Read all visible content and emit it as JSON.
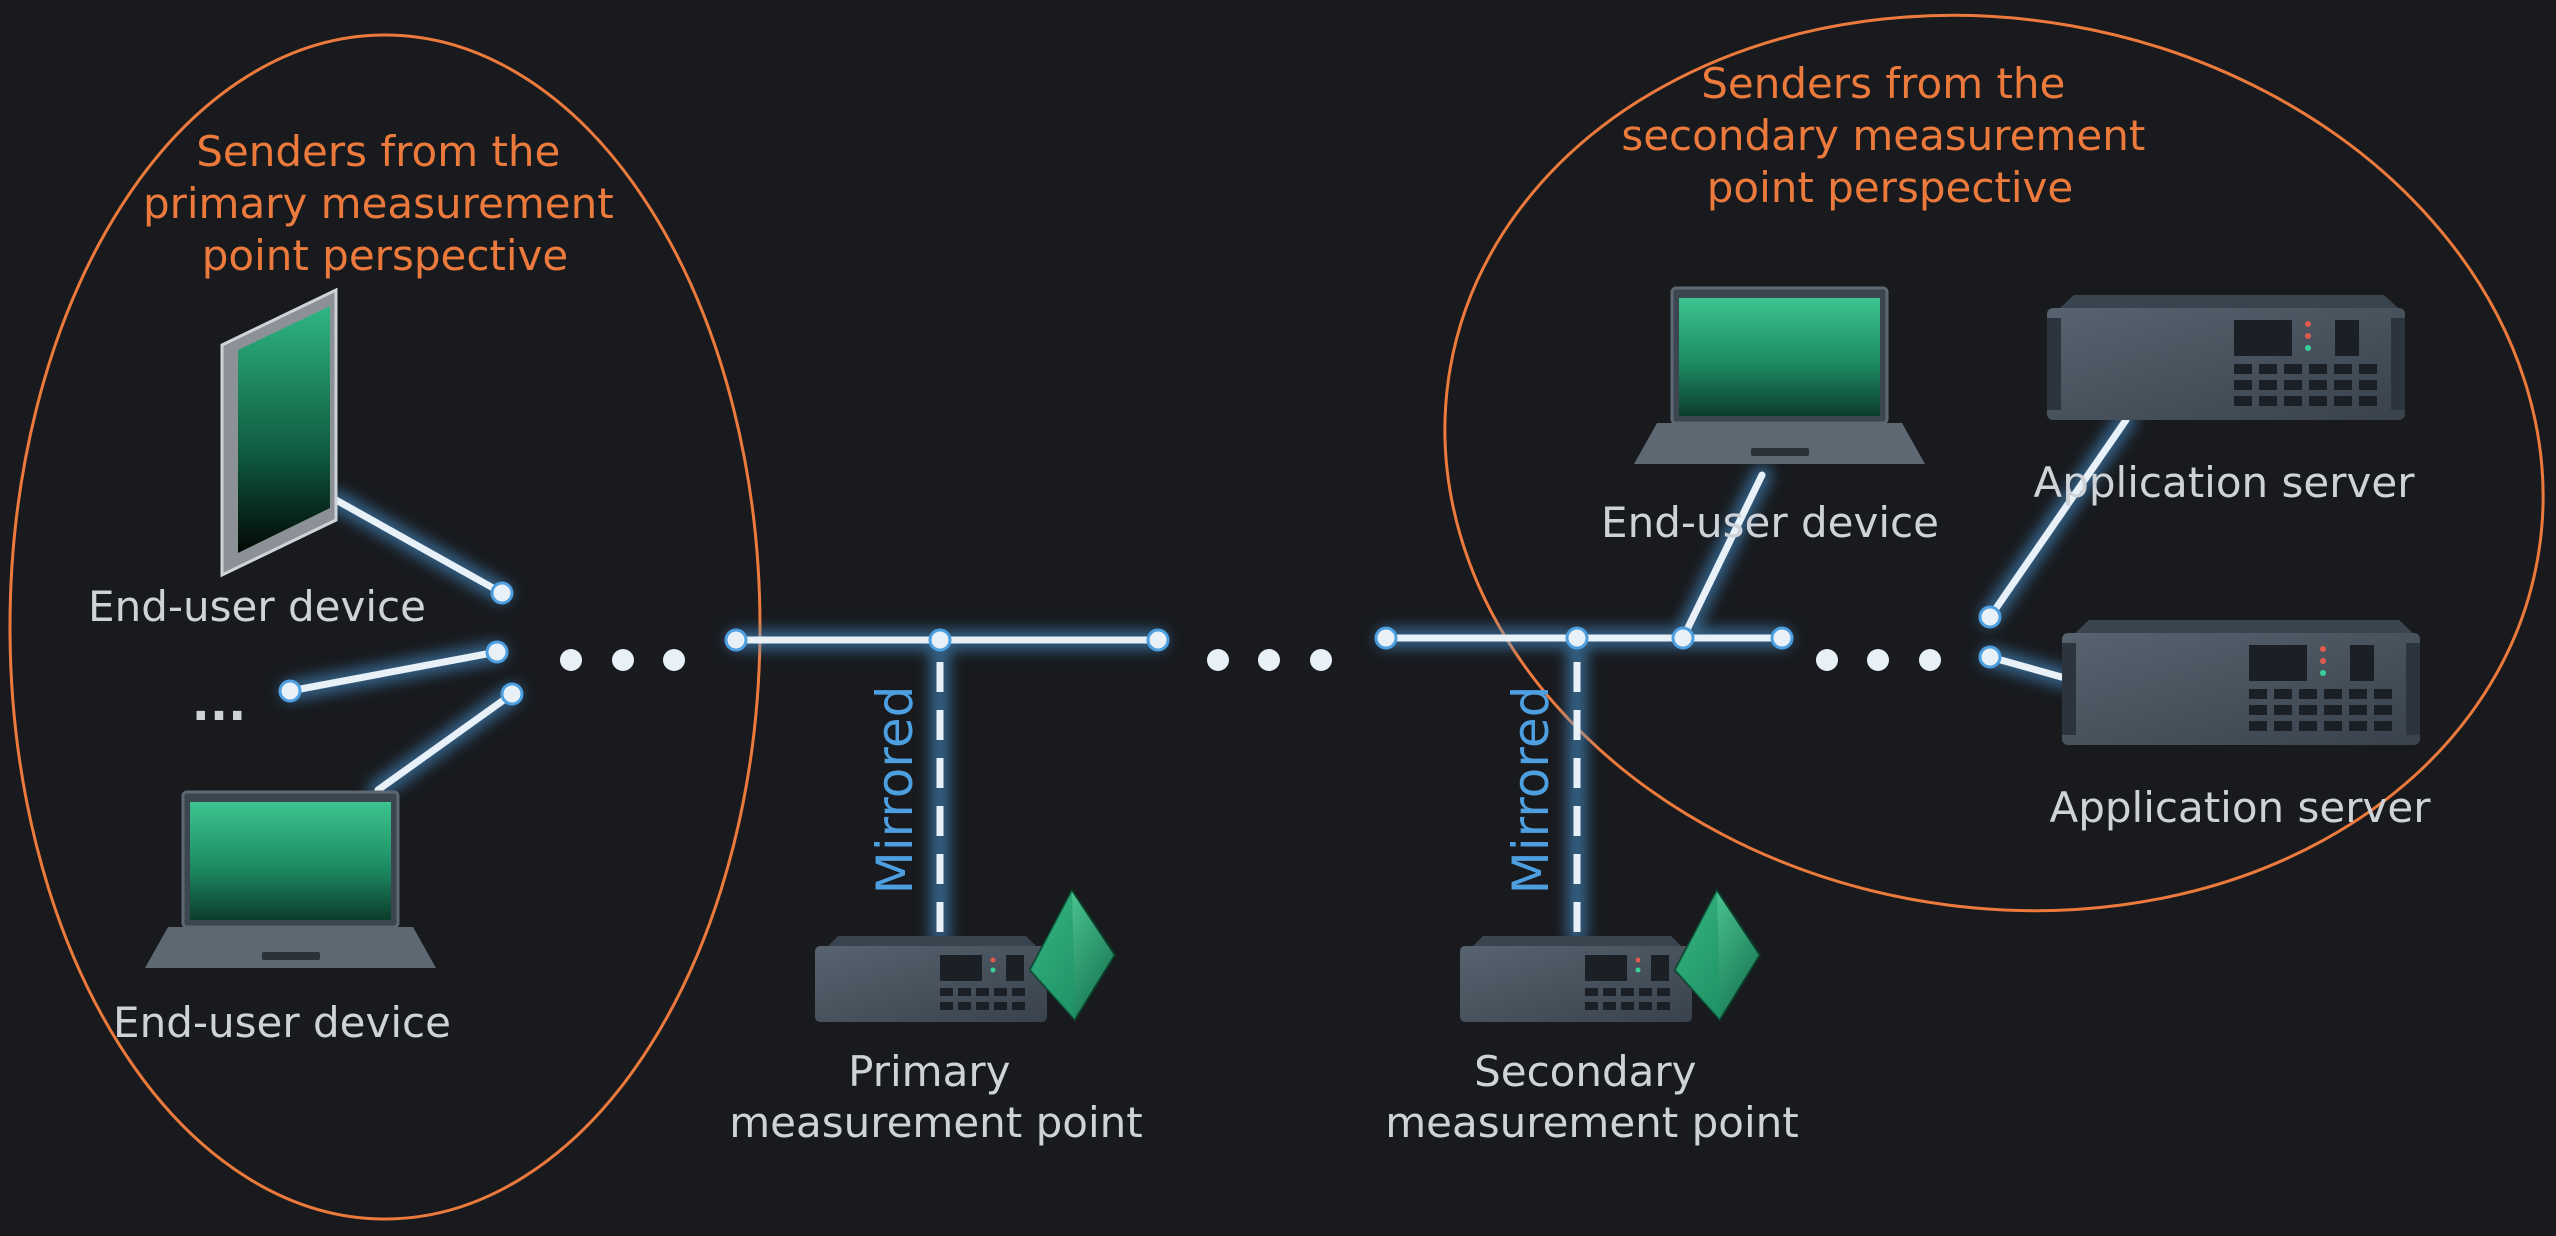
{
  "groups": {
    "primary": {
      "line1": "Senders from the",
      "line2": "primary measurement",
      "line3": "point perspective"
    },
    "secondary": {
      "line1": "Senders from the",
      "line2": "secondary measurement",
      "line3": "point perspective"
    }
  },
  "devices": {
    "tablet_label": "End-user device",
    "ellipsis": "...",
    "laptop_left_label": "End-user device",
    "laptop_right_label": "End-user device",
    "server_top_label": "Application server",
    "server_bottom_label": "Application server"
  },
  "measurement_points": {
    "primary": {
      "line1": "Primary",
      "line2": "measurement point"
    },
    "secondary": {
      "line1": "Secondary",
      "line2": "measurement point"
    }
  },
  "links": {
    "mirrored_label": "Mirrored"
  },
  "colors": {
    "background": "#181a1e",
    "group_outline": "#ec7a3c",
    "group_text": "#ec7a3c",
    "link": "#e8f0f8",
    "link_glow": "#4d9fe0",
    "label_text": "#cfd3d8",
    "screen": "#2fb784"
  }
}
